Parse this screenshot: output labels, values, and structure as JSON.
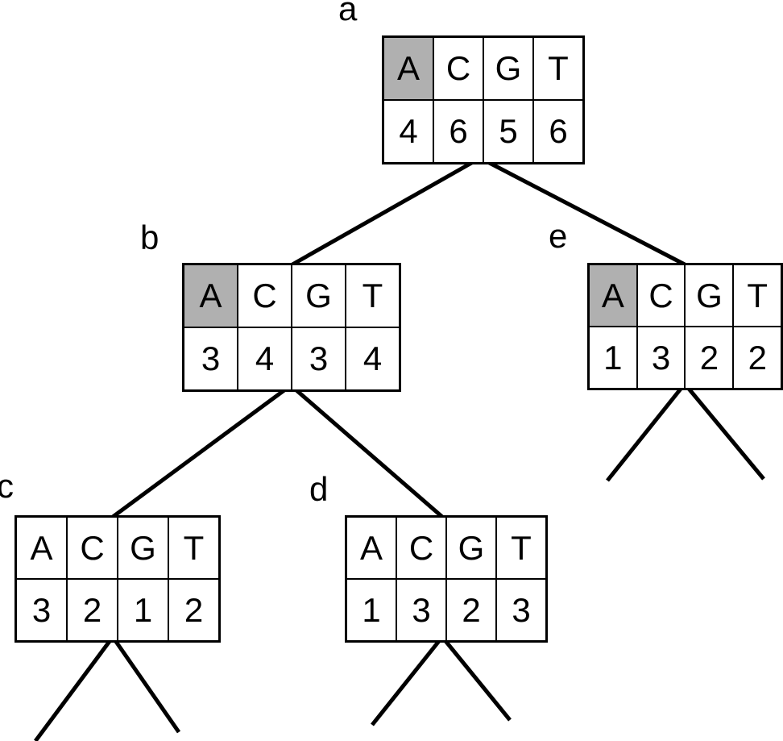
{
  "diagram": {
    "type": "tree-of-count-tables",
    "background_color": "#ffffff",
    "line_color": "#000000",
    "highlight_color": "#b0b0b0"
  },
  "nodes": [
    {
      "id": "a",
      "label": "a",
      "columns": [
        "A",
        "C",
        "G",
        "T"
      ],
      "counts": [
        "4",
        "6",
        "5",
        "6"
      ],
      "a_column_highlighted": true
    },
    {
      "id": "b",
      "label": "b",
      "columns": [
        "A",
        "C",
        "G",
        "T"
      ],
      "counts": [
        "3",
        "4",
        "3",
        "4"
      ],
      "a_column_highlighted": true
    },
    {
      "id": "c",
      "label": "c",
      "columns": [
        "A",
        "C",
        "G",
        "T"
      ],
      "counts": [
        "3",
        "2",
        "1",
        "2"
      ],
      "a_column_highlighted": false
    },
    {
      "id": "d",
      "label": "d",
      "columns": [
        "A",
        "C",
        "G",
        "T"
      ],
      "counts": [
        "1",
        "3",
        "2",
        "3"
      ],
      "a_column_highlighted": false
    },
    {
      "id": "e",
      "label": "e",
      "columns": [
        "A",
        "C",
        "G",
        "T"
      ],
      "counts": [
        "1",
        "3",
        "2",
        "2"
      ],
      "a_column_highlighted": true
    }
  ],
  "edges": [
    {
      "from": "a",
      "to": "b"
    },
    {
      "from": "a",
      "to": "e"
    },
    {
      "from": "b",
      "to": "c"
    },
    {
      "from": "b",
      "to": "d"
    }
  ],
  "stub_edges": [
    {
      "from": "c",
      "stubs": 2
    },
    {
      "from": "d",
      "stubs": 2
    },
    {
      "from": "e",
      "stubs": 2
    }
  ]
}
